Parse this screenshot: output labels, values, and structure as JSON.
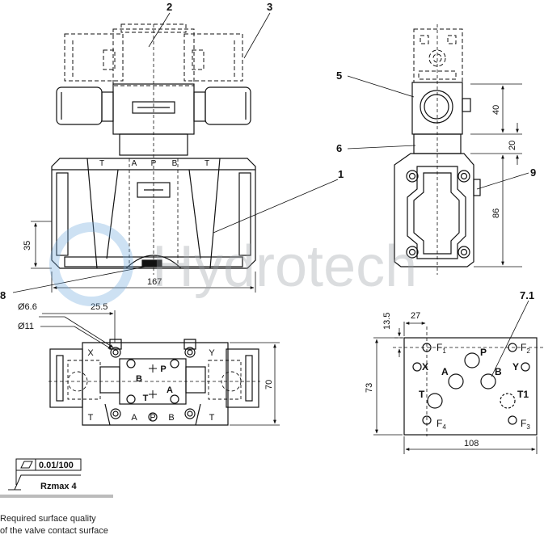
{
  "callouts": [
    "1",
    "2",
    "3",
    "5",
    "6",
    "7.1",
    "8",
    "9"
  ],
  "dimensions": {
    "main_height": "35",
    "main_width": "167",
    "side_40": "40",
    "side_20": "20",
    "side_86": "86",
    "hole_small": "Ø6.6",
    "hole_big": "Ø11",
    "offset_25": "25.5",
    "bottom_height": "70",
    "iface_13": "13.5",
    "iface_27": "27",
    "iface_73": "73",
    "iface_108": "108"
  },
  "main_ports": [
    "T",
    "A",
    "P",
    "B",
    "T"
  ],
  "bottom_ports": {
    "x": "X",
    "y": "Y",
    "t_left": "T",
    "a": "A",
    "p": "P",
    "b": "B",
    "t_right": "T",
    "b_center": "B",
    "p_center": "P",
    "t_center": "T",
    "a_center": "A"
  },
  "interface_ports": {
    "f1": "F",
    "f1_sub": "1",
    "f2": "F",
    "f2_sub": "2",
    "f3": "F",
    "f3_sub": "3",
    "f4": "F",
    "f4_sub": "4",
    "p": "P",
    "x": "X",
    "a": "A",
    "b": "B",
    "y": "Y",
    "t": "T",
    "t1": "T1"
  },
  "surface": {
    "flatness": "0.01/100",
    "roughness": "Rzmax 4",
    "note_line1": "Required surface quality",
    "note_line2": "of the valve contact surface"
  },
  "watermark": "Hydrotech"
}
